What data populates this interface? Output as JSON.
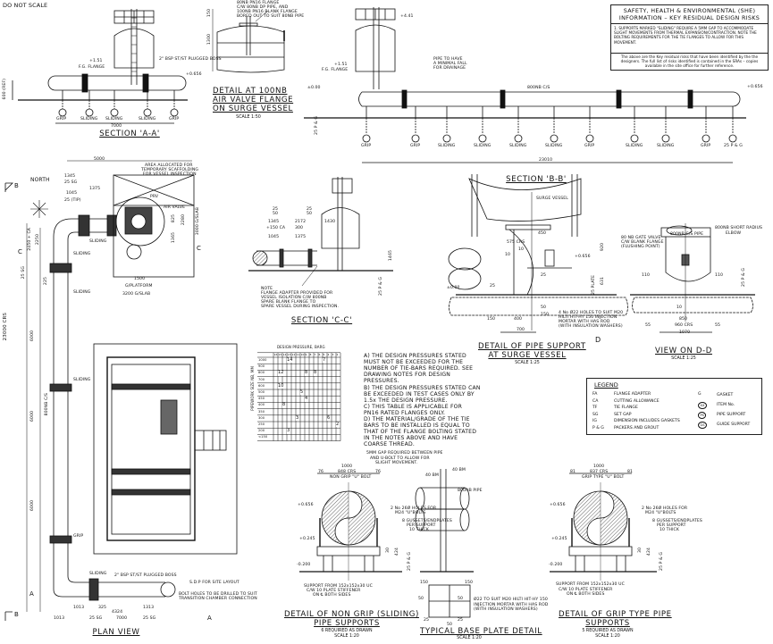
{
  "sheet": {
    "do_not_scale": "DO NOT SCALE",
    "north": "NORTH"
  },
  "section_aa": {
    "title": "SECTION 'A-A'",
    "labels": [
      "+1.51",
      "F.G. FLANGE",
      "2\" BSP ST/ST PLUGGED BOSS",
      "+0.656",
      "600 (REF)",
      "7000",
      "GRIP",
      "SLIDING",
      "SLIDING",
      "SLIDING",
      "GRIP"
    ]
  },
  "detail_air_valve": {
    "title_lines": [
      "DETAIL AT 100NB",
      "AIR VALVE FLANGE",
      "ON SURGE VESSEL"
    ],
    "scale": "SCALE 1:50",
    "callout": [
      "80NB PN16 FLANGE",
      "C/W 80NB DP PIPE, AND",
      "100NB PN16 BLANK FLANGE",
      "BORED OUT TO SUIT 80NB PIPE"
    ],
    "dims": [
      "150",
      "1300"
    ]
  },
  "section_bb": {
    "title": "SECTION 'B-B'",
    "labels": [
      "+4.41",
      "+1.51",
      "F.G. FLANGE",
      "±0.00",
      "PIPE TO HAVE",
      "A MINIMAL FALL",
      "FOR DRAINAGE",
      "800NB C/S",
      "+0.656",
      "23010",
      "GRIP",
      "GRIP",
      "SLIDING",
      "SLIDING",
      "SLIDING",
      "SLIDING",
      "GRIP",
      "SLIDING",
      "SLIDING",
      "GRIP",
      "25 P & G"
    ]
  },
  "she_box": {
    "title_lines": [
      "SAFETY, HEALTH & ENVIRONMENTAL (SHE)",
      "INFORMATION – KEY RESIDUAL DESIGN RISKS"
    ],
    "item_1": "1. SUPPORTS MARKED \"SLIDING\" REQUIRE A 5MM GAP TO ACCOMMODATE SLIGHT MOVEMENTS FROM THERMAL EXPANSION/CONTRACTION. NOTE THE BOLTING REQUIREMENTS FOR THE TIE FLANGES TO ALLOW FOR THIS MOVEMENT.",
    "footer": "The above are the Key residual risks that have been identified by the the designers. The full list of risks identified is contained in the SRAs – copies available in the site office for further reference."
  },
  "plan_view": {
    "title": "PLAN VIEW",
    "scaffold_note": [
      "AREA ALLOCATED FOR",
      "TEMPORARY SCAFFOLDING",
      "FOR VESSEL INSPECTION"
    ],
    "labels": [
      "5000",
      "1345",
      "25 SG",
      "1375",
      "1045",
      "25 (TIP)",
      "PRV",
      "AIR VALVE",
      "1500",
      "G/PLATFORM",
      "3200 G/SLAB",
      "3000 G/SLAB",
      "2280",
      "1365",
      "825",
      "SLIDING",
      "SLIDING",
      "SLIDING",
      "2450 + CA",
      "2250",
      "25 SG",
      "225",
      "23000 CRS",
      "800NB C/S",
      "6000",
      "6000",
      "6000",
      "SLIDING",
      "GRIP",
      "SLIDING",
      "2\" BSP ST/ST PLUGGED BOSS",
      "S.D.P FOR SITE LAYOUT",
      "BOLT HOLES TO BE DRILLED TO SUIT TRANSITION CHAMBER CONNECTION",
      "1013",
      "325",
      "4324",
      "1313",
      "25 SG",
      "7000",
      "25 SG",
      "1013"
    ],
    "section_markers": [
      "B",
      "B",
      "C",
      "C",
      "A",
      "A"
    ]
  },
  "section_cc": {
    "title": "SECTION 'C-C'",
    "dims": [
      "25",
      "50",
      "25",
      "50",
      "1345",
      "2172",
      "1430",
      "+150 CA",
      "300",
      "1045",
      "1375",
      "1465",
      "25 P & G"
    ],
    "note": [
      "NOTE",
      "FLANGE ADAPTER PROVIDED FOR",
      "VESSEL ISOLATION C/W 800NB",
      "SPARE BLANK FLANGE TO",
      "SPARE VESSEL DURING INSPECTION."
    ]
  },
  "pressure_table": {
    "title": "DESIGN PRESSURE, BARG",
    "axis_label": "PIPEWORK SIZE NB, MM",
    "pressures": [
      "16",
      "15",
      "14",
      "13",
      "12",
      "11",
      "10",
      "9",
      "8",
      "7",
      "6",
      "5",
      "4",
      "3",
      "2"
    ],
    "sizes": [
      "1000",
      "900",
      "800",
      "700",
      "600",
      "500",
      "450",
      "400",
      "350",
      "300",
      "250",
      "200",
      "<150"
    ],
    "zone_values": [
      "14",
      "7",
      "12",
      "8",
      "8",
      "10",
      "5",
      "4",
      "8",
      "6",
      "3",
      "2",
      "3"
    ]
  },
  "design_notes": [
    "A) THE DESIGN PRESSURES STATED",
    "MUST NOT BE EXCEEDED FOR THE",
    "NUMBER OF TIE-BARS REQUIRED. SEE",
    "DRAWING NOTES FOR DESIGN",
    "PRESSURES.",
    "B) THE DESIGN PRESSURES STATED CAN",
    "BE EXCEEDED IN TEST CASES ONLY BY",
    "1.5x THE DESIGN PRESSURE.",
    "C) THIS TABLE IS APPLICABLE FOR",
    "PN16 RATED FLANGES ONLY.",
    "D) THE MATERIAL/GRADE OF THE TIE",
    "BARS TO BE INSTALLED IS EQUAL TO",
    "THAT OF THE FLANGE BOLTING STATED",
    "IN THE NOTES ABOVE AND HAVE",
    "COARSE THREAD."
  ],
  "detail_surge_support": {
    "title_lines": [
      "DETAIL OF PIPE SUPPORT",
      "AT SURGE VESSEL"
    ],
    "scale": "SCALE 1:25",
    "labels": [
      "SURGE VESSEL",
      "450",
      "575 CRS",
      "10",
      "10",
      "25",
      "25",
      "+0.656",
      "±0.00",
      "920",
      "25 PLATE",
      "631",
      "150",
      "400",
      "700",
      "50",
      "150"
    ],
    "callout": [
      "4 No Ø22 HOLES TO SUIT M20",
      "HILTI HIT-HY 150 INJECTION",
      "MORTAR WITH HAS ROD",
      "(WITH INSULATION WASHERS)"
    ],
    "marker": "D"
  },
  "view_dd": {
    "title": "VIEW ON D-D",
    "scale": "SCALE 1:25",
    "labels": [
      "800NB C/S PIPE",
      "800NB SHORT RADIUS",
      "ELBOW",
      "80 NB GATE VALVE",
      "C/W BLANK FLANGE",
      "(FLUSHING POINT)",
      "110",
      "110",
      "25 P & G",
      "10",
      "850",
      "55",
      "960 CRS",
      "55",
      "1070"
    ]
  },
  "legend": {
    "title": "LEGEND",
    "left": [
      {
        "code": "FA",
        "desc": "FLANGE ADAPTER"
      },
      {
        "code": "CA",
        "desc": "CUTTING ALLOWANCE"
      },
      {
        "code": "TF",
        "desc": "TIE FLANGE"
      },
      {
        "code": "SG",
        "desc": "SET GAP"
      },
      {
        "code": "IG",
        "desc": "DIMENSION INCLUDES GASKETS"
      },
      {
        "code": "P & G",
        "desc": "PACKERS AND GROUT"
      }
    ],
    "right": [
      {
        "symbol": "G",
        "desc": "GASKET"
      },
      {
        "symbol": "XX",
        "desc": "ITEM No."
      },
      {
        "symbol": "PS",
        "desc": "PIPE SUPPORT"
      },
      {
        "symbol": "GS",
        "desc": "GUIDE SUPPORT"
      }
    ]
  },
  "detail_non_grip": {
    "title_lines": [
      "DETAIL OF NON GRIP (SLIDING)",
      "PIPE SUPPORTS"
    ],
    "qty": "6 REQUIRED AS DRAWN",
    "scale": "SCALE 1:20",
    "labels": [
      "1000",
      "76",
      "848 CRS",
      "76",
      "NON GRIP \"U\" BOLT",
      "5MM GAP REQUIRED BETWEEN PIPE",
      "AND U-BOLT TO ALLOW FOR",
      "SLIGHT MOVEMENT.",
      "+0.656",
      "+0.245",
      "-0.200",
      "2 No 26Ø HOLES FOR",
      "M24 \"U\"BOLTS",
      "8 GUSSETS/ENDPLATES",
      "PER SUPPORT",
      "10 THICK",
      "30",
      "424",
      "25 P & G",
      "SUPPORT FROM 152x152x30 UC",
      "C/W 10 PLATE STIFFENER",
      "ON ℄ BOTH SIDES"
    ]
  },
  "base_plate": {
    "title": "TYPICAL BASE PLATE DETAIL",
    "scale": "SCALE 1:20",
    "labels": [
      "40 BM",
      "40 BM",
      "800NB PIPE",
      "Ø22 TO SUIT M20 HILTI HIT-HY 150",
      "INJECTION MORTAR WITH HAS ROD",
      "(WITH INSULATION WASHERS)",
      "150",
      "150",
      "50",
      "50",
      "25",
      "25",
      "50"
    ]
  },
  "detail_grip": {
    "title_lines": [
      "DETAIL OF GRIP TYPE PIPE",
      "SUPPORTS"
    ],
    "qty": "5 REQUIRED AS DRAWN",
    "scale": "SCALE 1:20",
    "labels": [
      "1000",
      "81",
      "837 CRS",
      "81",
      "GRIP TYPE \"U\" BOLT",
      "+0.656",
      "+0.245",
      "-0.200",
      "2 No 26Ø HOLES FOR",
      "M24 \"U\"BOLTS",
      "8 GUSSETS/ENDPLATES",
      "PER SUPPORT",
      "10 THICK",
      "30",
      "424",
      "25 P & G",
      "SUPPORT FROM 152x152x30 UC",
      "C/W 10 PLATE STIFFENER",
      "ON ℄ BOTH SIDES"
    ]
  }
}
